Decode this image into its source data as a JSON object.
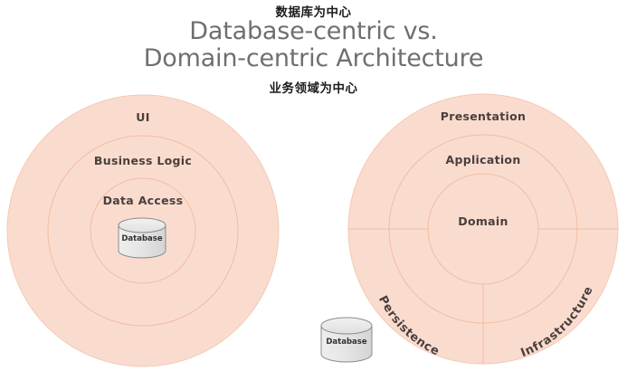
{
  "annotations": {
    "top_cn": "数据库为中心",
    "bottom_cn": "业务领域为中心"
  },
  "title": {
    "line1": "Database-centric vs.",
    "line2": "Domain-centric Architecture"
  },
  "left_diagram": {
    "name": "database-centric-architecture",
    "rings": [
      {
        "label": "UI"
      },
      {
        "label": "Business Logic"
      },
      {
        "label": "Data Access"
      }
    ],
    "database_label": "Database"
  },
  "right_diagram": {
    "name": "domain-centric-architecture",
    "rings": [
      {
        "label": "Presentation"
      },
      {
        "label": "Application"
      },
      {
        "label": "Domain"
      }
    ],
    "sectors": [
      {
        "label": "Persistence"
      },
      {
        "label": "Infrastructure"
      }
    ]
  },
  "bottom_database": {
    "label": "Database"
  },
  "colors": {
    "background": "#ffffff",
    "ring_fill": "#fadccf",
    "ring_stroke": "#f0c3a8",
    "title_text": "#6f6f6f",
    "label_text": "#4a3f3c",
    "annotation_text": "#1c1c1c",
    "cylinder_fill": "#e4e4e4",
    "cylinder_stroke": "#8c8c8c"
  }
}
